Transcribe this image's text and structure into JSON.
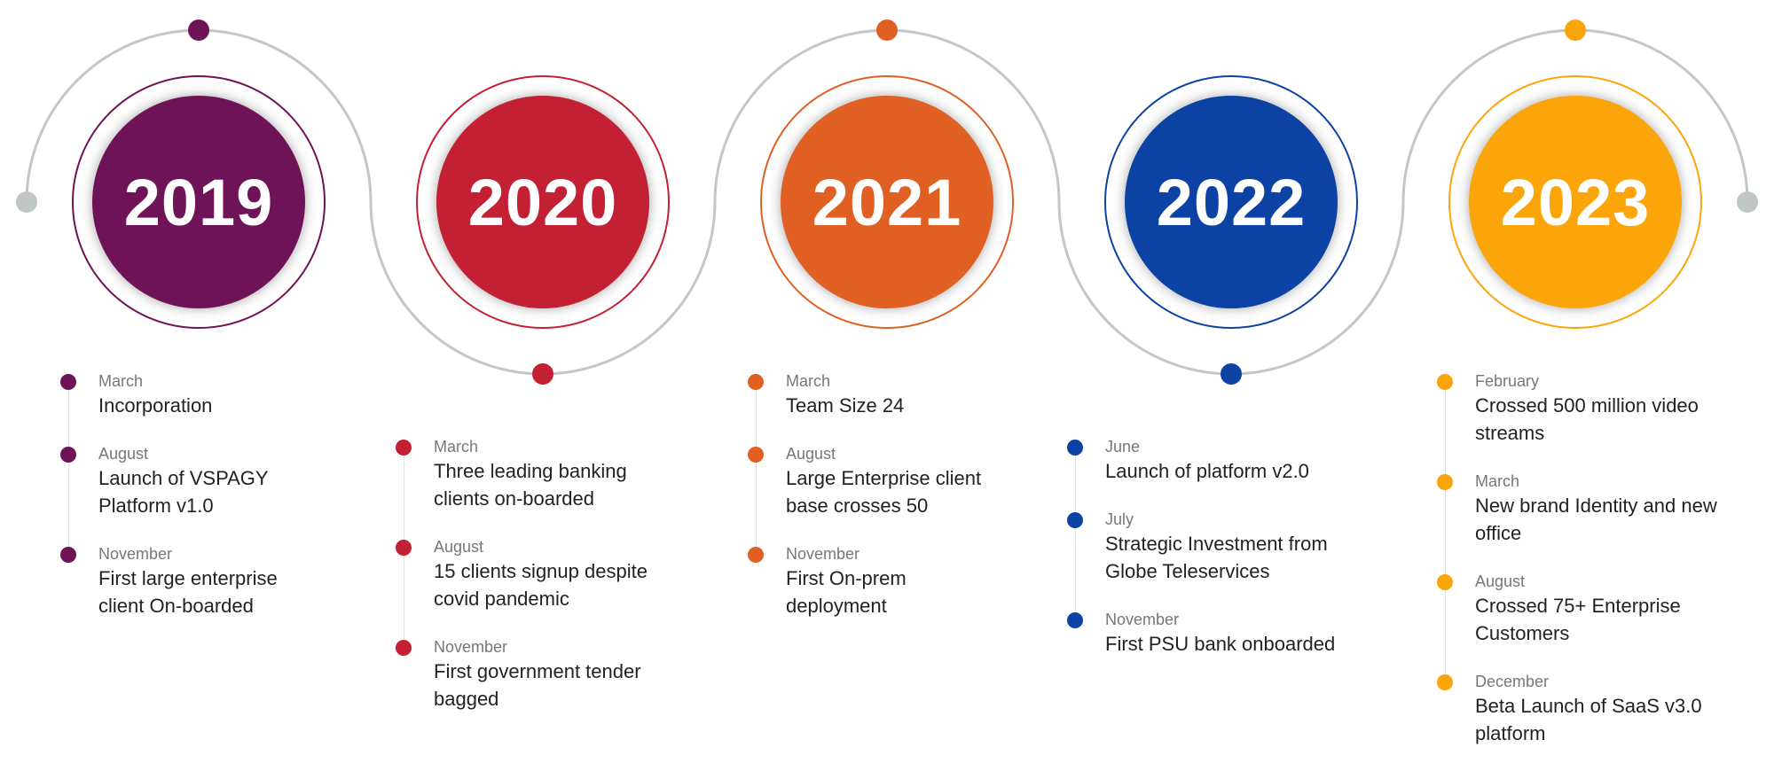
{
  "path_color": "#c4c7c7",
  "end_dot_color": "#bfc6c4",
  "years": [
    {
      "year": "2019",
      "color": "#6e1357",
      "events": [
        {
          "month": "March",
          "lines": [
            "Incorporation"
          ]
        },
        {
          "month": "August",
          "lines": [
            "Launch of VSPAGY",
            "Platform v1.0"
          ]
        },
        {
          "month": "November",
          "lines": [
            "First large enterprise",
            "client On-boarded"
          ]
        }
      ]
    },
    {
      "year": "2020",
      "color": "#c42033",
      "events": [
        {
          "month": "March",
          "lines": [
            "Three  leading banking",
            "clients on-boarded"
          ]
        },
        {
          "month": "August",
          "lines": [
            "15 clients signup despite",
            "covid pandemic"
          ]
        },
        {
          "month": "November",
          "lines": [
            "First government tender",
            "bagged"
          ]
        }
      ]
    },
    {
      "year": "2021",
      "color": "#e06024",
      "events": [
        {
          "month": "March",
          "lines": [
            "Team Size 24"
          ]
        },
        {
          "month": "August",
          "lines": [
            "Large Enterprise client",
            "base crosses 50"
          ]
        },
        {
          "month": "November",
          "lines": [
            "First On-prem",
            "deployment"
          ]
        }
      ]
    },
    {
      "year": "2022",
      "color": "#0b42a3",
      "events": [
        {
          "month": "June",
          "lines": [
            "Launch of platform v2.0"
          ]
        },
        {
          "month": "July",
          "lines": [
            "Strategic Investment from",
            "Globe Teleservices"
          ]
        },
        {
          "month": "November",
          "lines": [
            "First PSU bank onboarded"
          ]
        }
      ]
    },
    {
      "year": "2023",
      "color": "#fca50a",
      "events": [
        {
          "month": "February",
          "lines": [
            "Crossed 500 million video",
            "streams"
          ]
        },
        {
          "month": "March",
          "lines": [
            "New brand Identity and new",
            "office"
          ]
        },
        {
          "month": "August",
          "lines": [
            "Crossed 75+ Enterprise",
            "Customers"
          ]
        },
        {
          "month": "December",
          "lines": [
            "Beta Launch of SaaS v3.0",
            "platform"
          ]
        }
      ]
    }
  ]
}
